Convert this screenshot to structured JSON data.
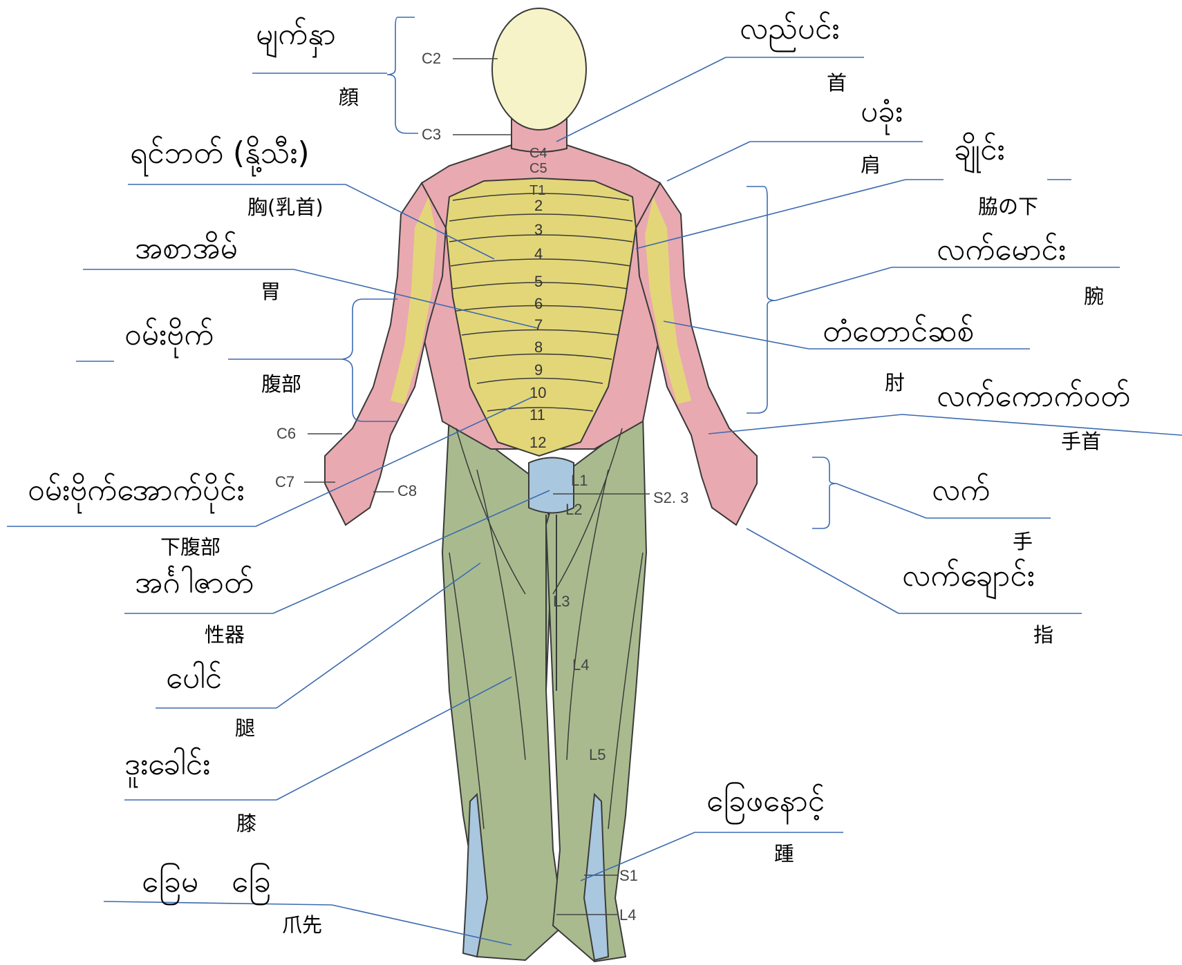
{
  "colors": {
    "head": "#f6f3c8",
    "cervical": "#e9a9b0",
    "thoracic": "#e3d679",
    "lumbar": "#a9bb8e",
    "sacral": "#a9c7de",
    "outline": "#3a3a3a",
    "leader": "#3b6ab0"
  },
  "labels": {
    "face": {
      "my": "မျက်နှာ",
      "jp": "顔"
    },
    "neck": {
      "my": "လည်ပင်း",
      "jp": "首"
    },
    "shoulder": {
      "my": "ပခုံး",
      "jp": "肩"
    },
    "armpit": {
      "my": "ချိုင်း",
      "jp": "脇の下"
    },
    "chest": {
      "my": "ရင်ဘတ် (နို့သီး)",
      "jp": "胸(乳首)"
    },
    "stomach": {
      "my": "အစာအိမ်",
      "jp": "胃"
    },
    "arm": {
      "my": "လက်မောင်း",
      "jp": "腕"
    },
    "abdomen": {
      "my": "ဝမ်းဗိုက်",
      "jp": "腹部"
    },
    "elbow": {
      "my": "တံတောင်ဆစ်",
      "jp": "肘"
    },
    "wrist": {
      "my": "လက်ကောက်ဝတ်",
      "jp": "手首"
    },
    "lowerAbdomen": {
      "my": "ဝမ်းဗိုက်အောက်ပိုင်း",
      "jp": "下腹部"
    },
    "hand": {
      "my": "လက်",
      "jp": "手"
    },
    "genitals": {
      "my": "အင်္ဂါဇာတ်",
      "jp": "性器"
    },
    "finger": {
      "my": "လက်ချောင်း",
      "jp": "指"
    },
    "thigh": {
      "my": "ပေါင်",
      "jp": "腿"
    },
    "knee": {
      "my": "ဒူးခေါင်း",
      "jp": "膝"
    },
    "heel": {
      "my": "ခြေဖနောင့်",
      "jp": "踵"
    },
    "toes": {
      "my1": "ခြေမ",
      "my2": "ခြေ",
      "jp": "爪先"
    }
  },
  "segments": {
    "C2": "C2",
    "C3": "C3",
    "C4": "C4",
    "C5": "C5",
    "T1": "T1",
    "t2": "2",
    "t3": "3",
    "t4": "4",
    "t5": "5",
    "t6": "6",
    "t7": "7",
    "t8": "8",
    "t9": "9",
    "t10": "10",
    "t11": "11",
    "t12": "12",
    "C6": "C6",
    "C7": "C7",
    "C8": "C8",
    "L1": "L1",
    "L2": "L2",
    "L3": "L3",
    "L4": "L4",
    "L5": "L5",
    "S23": "S2. 3",
    "S1": "S1",
    "L4b": "L4"
  }
}
